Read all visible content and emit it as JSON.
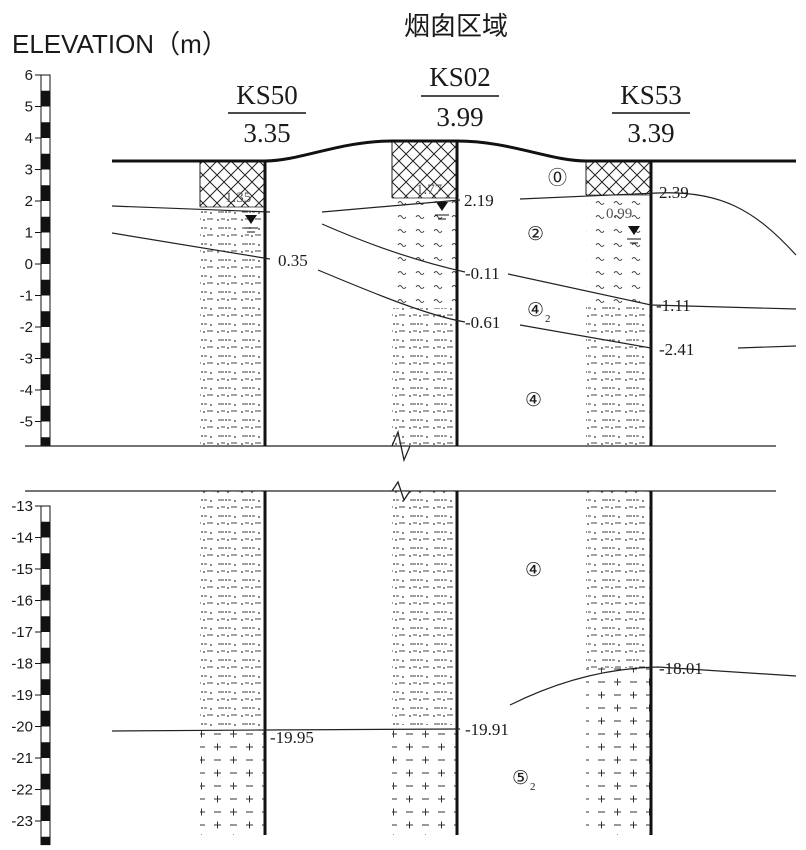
{
  "title": "烟囱区域",
  "axis_title": "ELEVATION（m）",
  "upper_ticks": [
    "6",
    "5",
    "4",
    "3",
    "2",
    "1",
    "0",
    "-1",
    "-2",
    "-3",
    "-4",
    "-5"
  ],
  "lower_ticks": [
    "-13",
    "-14",
    "-15",
    "-16",
    "-17",
    "-18",
    "-19",
    "-20",
    "-21",
    "-22",
    "-23"
  ],
  "boreholes": [
    {
      "name": "KS50",
      "elevation": "3.35",
      "water_level": "1.35"
    },
    {
      "name": "KS02",
      "elevation": "3.99",
      "water_level": "1.77"
    },
    {
      "name": "KS53",
      "elevation": "3.39",
      "water_level": "0.99"
    }
  ],
  "boundary_labels": {
    "ks02_top": "2.19",
    "ks53_top": "2.39",
    "ks50_mid": "0.35",
    "ks02_mid": "-0.11",
    "ks53_mid": "-1.11",
    "ks02_low": "-0.61",
    "ks53_low": "-2.41",
    "ks53_deep": "-18.01",
    "ks50_deep": "-19.95",
    "ks02_deep": "-19.91"
  },
  "layers": {
    "l0": "⓪",
    "l2": "②",
    "l4_2": "④",
    "l4_2_sub": "2",
    "l4a": "④",
    "l4b": "④",
    "l5_2": "⑤",
    "l5_2_sub": "2"
  }
}
